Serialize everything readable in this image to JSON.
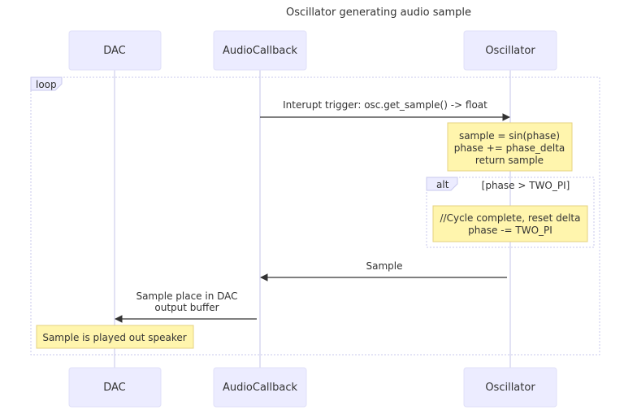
{
  "title": "Oscillator generating audio sample",
  "participants": {
    "dac": "DAC",
    "callback": "AudioCallback",
    "oscillator": "Oscillator"
  },
  "loop": {
    "label": "loop"
  },
  "alt": {
    "label": "alt",
    "condition": "[phase > TWO_PI]"
  },
  "messages": {
    "interrupt": "Interupt trigger: osc.get_sample() -> float",
    "sample": "Sample",
    "place_line1": "Sample place in DAC",
    "place_line2": "output buffer"
  },
  "notes": {
    "compute_line1": "sample = sin(phase)",
    "compute_line2": "phase += phase_delta",
    "compute_line3": "return sample",
    "reset_line1": "//Cycle complete, reset delta",
    "reset_line2": "phase -= TWO_PI",
    "played": "Sample is played out speaker"
  },
  "colors": {
    "actor_fill": "#ECECFF",
    "actor_stroke": "#E0E0F8",
    "lifeline": "#D8D8F0",
    "note_fill": "#FFF5AD",
    "note_stroke": "#E6D280",
    "frame_stroke": "#C9C9EE",
    "arrow": "#333333"
  }
}
